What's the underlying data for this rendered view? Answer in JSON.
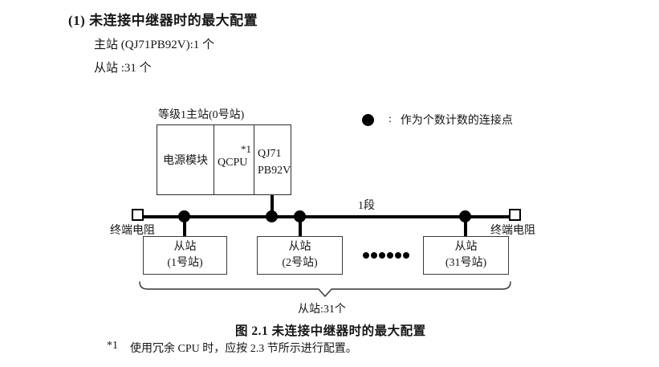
{
  "page": {
    "heading": "(1) 未连接中继器时的最大配置",
    "line_master_count": "主站 (QJ71PB92V):1 个",
    "line_slave_count": "从站 :31 个"
  },
  "diagram": {
    "master": {
      "label": "等级1主站(0号站)",
      "cell_power": "电源模块",
      "cell_cpu": "QCPU",
      "cell_cpu_note": "*1",
      "cell_pb_line1": "QJ71",
      "cell_pb_line2": "PB92V"
    },
    "legend": {
      "symbol": "counted-connection-point-dot",
      "colon": ":",
      "text": "作为个数计数的连接点"
    },
    "segment_label": "1段",
    "terminator_left": "终端电阻",
    "terminator_right": "终端电阻",
    "slaves": [
      {
        "line1": "从站",
        "line2": "(1号站)"
      },
      {
        "line1": "从站",
        "line2": "(2号站)"
      },
      {
        "line1": "从站",
        "line2": "(31号站)"
      }
    ],
    "brace_label": "从站:31个"
  },
  "caption": "图 2.1 未连接中继器时的最大配置",
  "footnote": {
    "marker": "*1",
    "text": "使用冗余 CPU 时，应按 2.3 节所示进行配置。"
  },
  "colors": {
    "line": "#000000",
    "box_border": "#3a3a3a",
    "text": "#161616",
    "background": "#ffffff"
  }
}
